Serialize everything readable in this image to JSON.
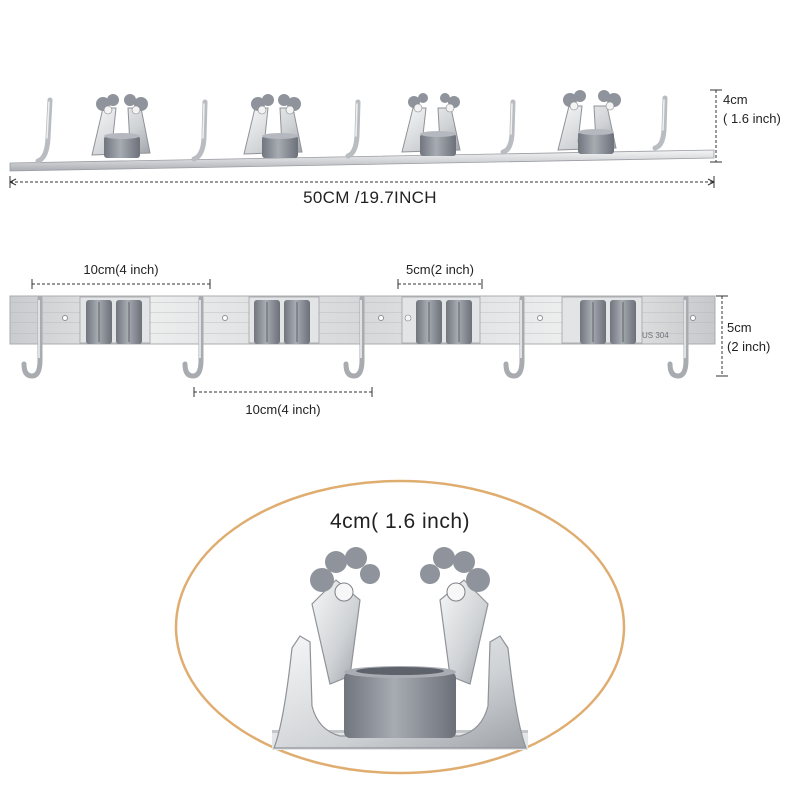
{
  "top_view": {
    "total_length_label": "50CM /19.7INCH",
    "height_label_line1": "4cm",
    "height_label_line2": "( 1.6 inch)"
  },
  "front_view": {
    "hook_spacing_top_label": "10cm(4 inch)",
    "holder_width_label": "5cm(2 inch)",
    "hook_spacing_bottom_label": "10cm(4 inch)",
    "height_label_line1": "5cm",
    "height_label_line2": "(2 inch)",
    "engraving": "US 304"
  },
  "detail_view": {
    "size_label": "4cm( 1.6 inch)"
  },
  "colors": {
    "steel": "#d9dbdd",
    "grey_pad": "#8e939c",
    "ellipse_outline": "#e0ad70"
  }
}
